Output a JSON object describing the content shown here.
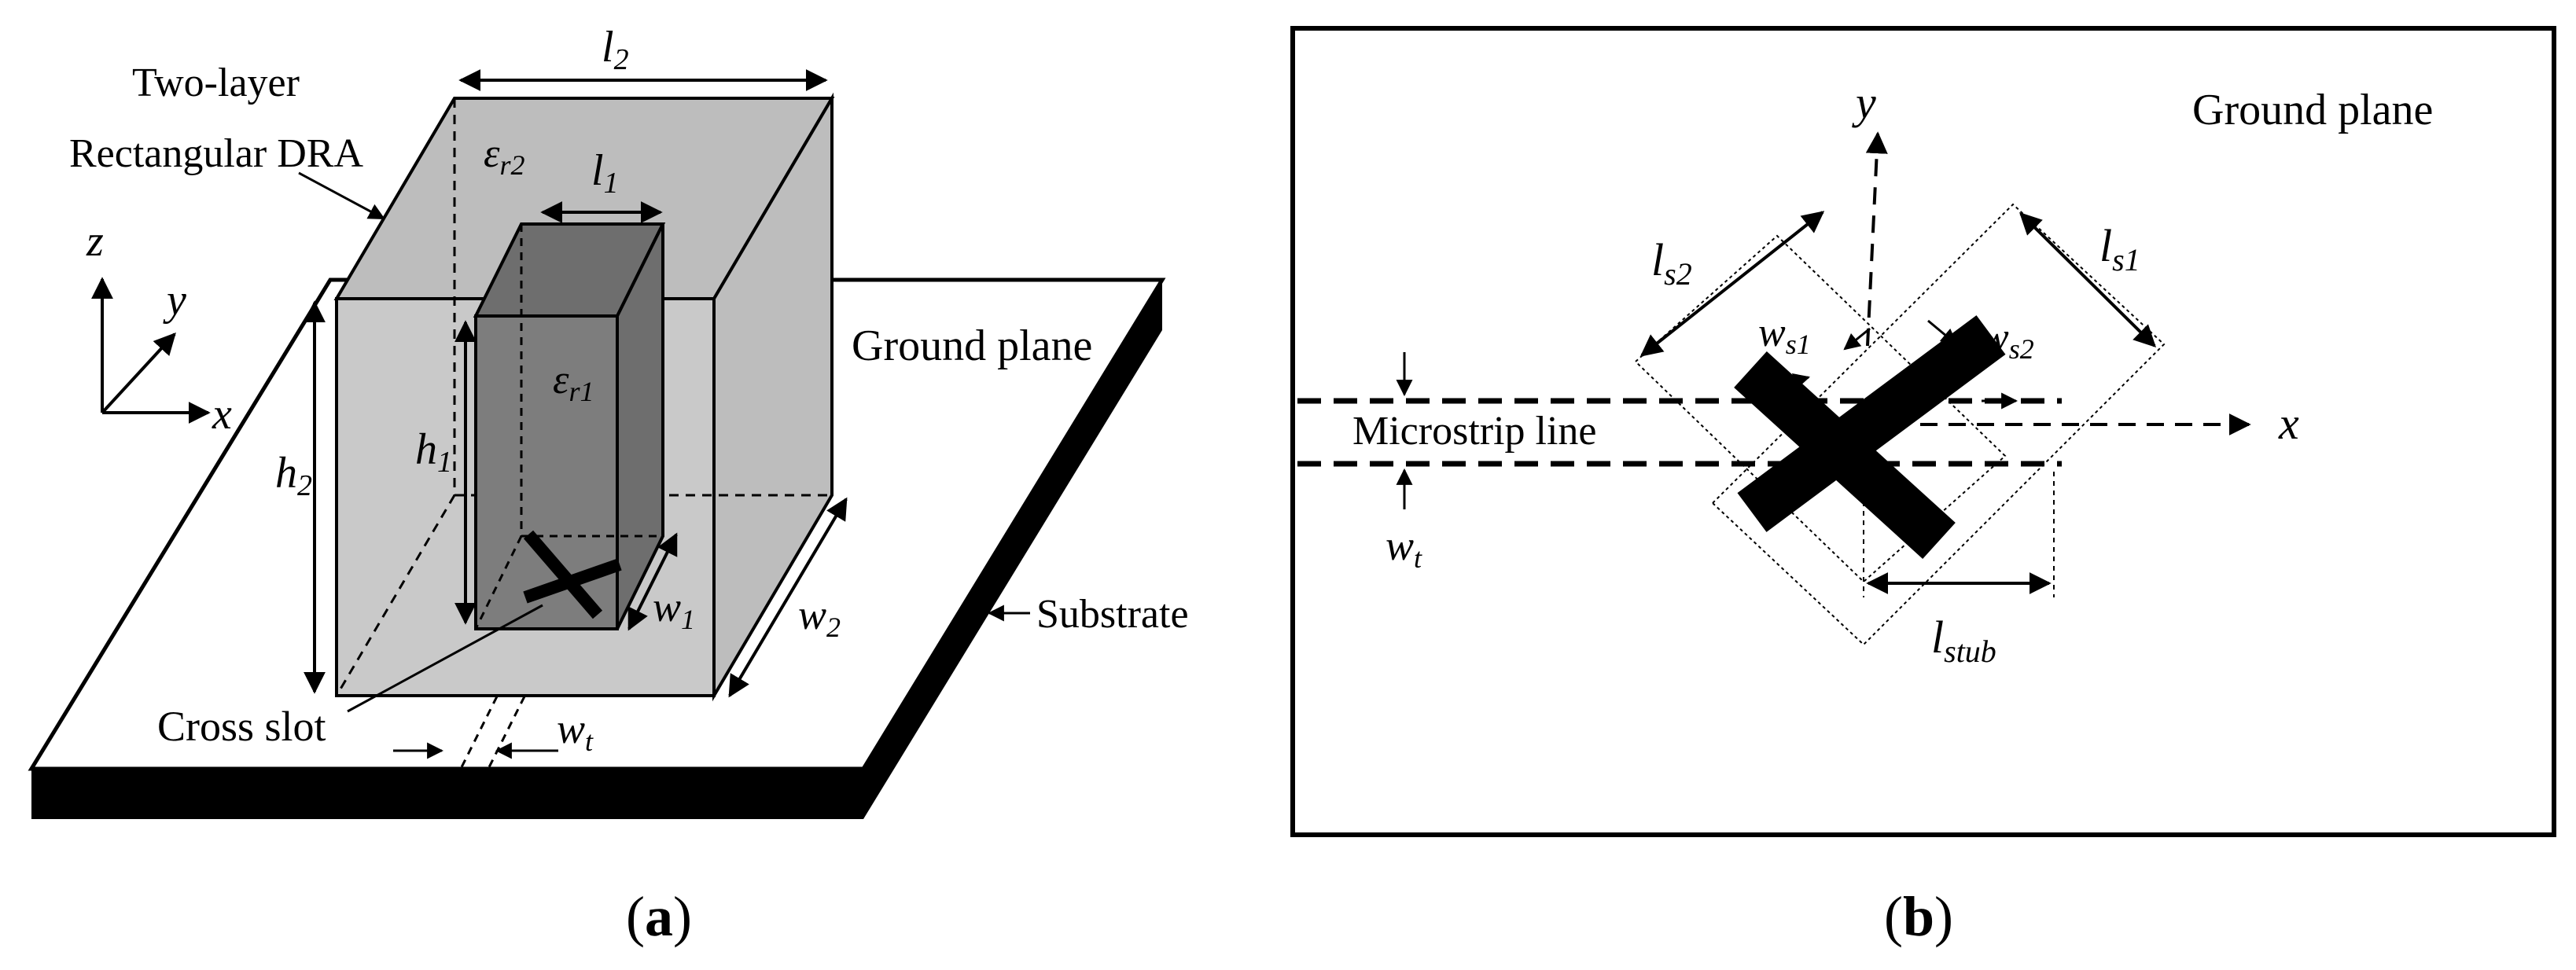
{
  "panel_a": {
    "caption_letter": "a",
    "labels": {
      "two_layer": "Two-layer",
      "rect_dra": "Rectangular DRA",
      "ground_plane": "Ground plane",
      "substrate": "Substrate",
      "cross_slot": "Cross slot",
      "axis_z": "z",
      "axis_y": "y",
      "axis_x": "x",
      "l2": "l",
      "l2_sub": "2",
      "l1": "l",
      "l1_sub": "1",
      "eps_r2": "ε",
      "eps_r2_sub": "r2",
      "eps_r1": "ε",
      "eps_r1_sub": "r1",
      "h2": "h",
      "h2_sub": "2",
      "h1": "h",
      "h1_sub": "1",
      "w1": "w",
      "w1_sub": "1",
      "w2": "w",
      "w2_sub": "2",
      "wt": "w",
      "wt_sub": "t"
    }
  },
  "panel_b": {
    "caption_letter": "b",
    "labels": {
      "ground_plane": "Ground plane",
      "microstrip": "Microstrip line",
      "axis_x": "x",
      "axis_y": "y",
      "ls2": "l",
      "ls2_sub": "s2",
      "ls1": "l",
      "ls1_sub": "s1",
      "ws1": "w",
      "ws1_sub": "s1",
      "ws2": "w",
      "ws2_sub": "s2",
      "wt": "w",
      "wt_sub": "t",
      "lstub": "l",
      "lstub_sub": "stub"
    }
  }
}
